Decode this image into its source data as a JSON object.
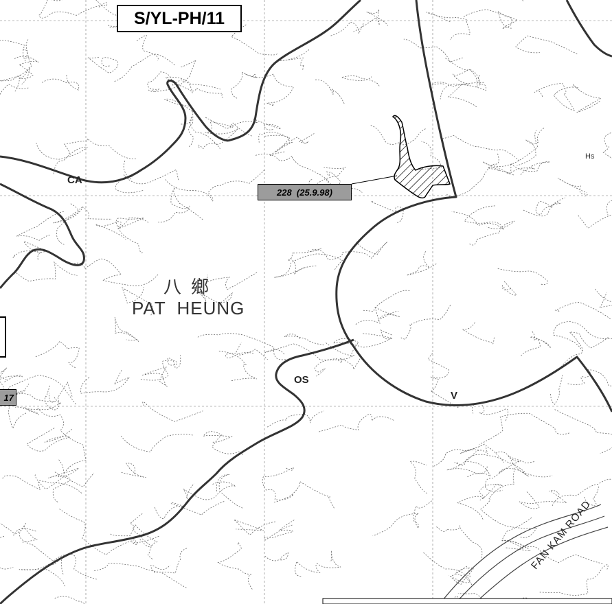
{
  "map": {
    "plan_number": "S/YL-PH/11",
    "application_label": "228  (25.9.98)",
    "application_label_partial": "17",
    "place_name_zh": "八鄉",
    "place_name_en": "PAT HEUNG",
    "zones": {
      "ca": "CA",
      "os": "OS",
      "v": "V"
    },
    "road_name": "FAN KAM ROAD",
    "spot_label": "Hs",
    "colors": {
      "zone_boundary": "#333333",
      "label_fill": "#9c9c9c",
      "contour": "#6a6a6a",
      "background": "#ffffff"
    }
  }
}
